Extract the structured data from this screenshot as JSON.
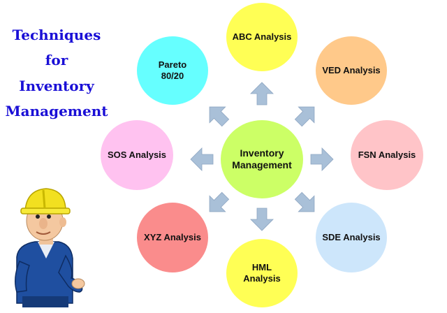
{
  "title_lines": [
    "Techniques",
    "for",
    "Inventory",
    "Management"
  ],
  "center": {
    "line1": "Inventory",
    "line2": "Management",
    "color": "#ccff66"
  },
  "nodes": [
    {
      "id": "abc",
      "line1": "ABC Analysis",
      "line2": "",
      "color": "#ffff55"
    },
    {
      "id": "ved",
      "line1": "VED Analysis",
      "line2": "",
      "color": "#ffc98a"
    },
    {
      "id": "fsn",
      "line1": "FSN Analysis",
      "line2": "",
      "color": "#ffc4c8"
    },
    {
      "id": "sde",
      "line1": "SDE Analysis",
      "line2": "",
      "color": "#cde6fb"
    },
    {
      "id": "hml",
      "line1": "HML",
      "line2": "Analysis",
      "color": "#ffff55"
    },
    {
      "id": "xyz",
      "line1": "XYZ Analysis",
      "line2": "",
      "color": "#fa8c8c"
    },
    {
      "id": "sos",
      "line1": "SOS Analysis",
      "line2": "",
      "color": "#ffc2f0"
    },
    {
      "id": "pareto",
      "line1": "Pareto",
      "line2": "80/20",
      "color": "#66ffff"
    }
  ],
  "arrow_color": "#a9c0d8"
}
